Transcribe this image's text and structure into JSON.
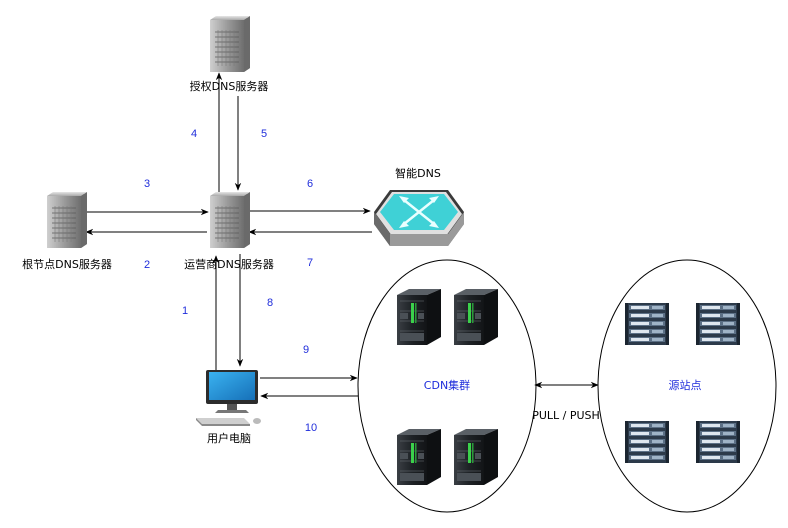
{
  "nodes": {
    "auth_dns": "授权DNS服务器",
    "root_dns": "根节点DNS服务器",
    "isp_dns": "运营商DNS服务器",
    "smart_dns": "智能DNS",
    "user_pc": "用户电脑",
    "cdn_cluster": "CDN集群",
    "origin": "源站点"
  },
  "steps": [
    "1",
    "2",
    "3",
    "4",
    "5",
    "6",
    "7",
    "8",
    "9",
    "10"
  ],
  "pull_push": "PULL / PUSH",
  "colors": {
    "step_numbers": "#1f2ddb",
    "cluster_labels": "#1f2ddb",
    "smart_dns_top": "#3fd1d6",
    "server_gray": "#9a9a9a",
    "monitor_blue": "#1b8fd6"
  },
  "icons": {
    "server": "server-tower-icon",
    "router": "router-icon",
    "computer": "desktop-computer-icon",
    "rack": "rack-server-icon"
  }
}
